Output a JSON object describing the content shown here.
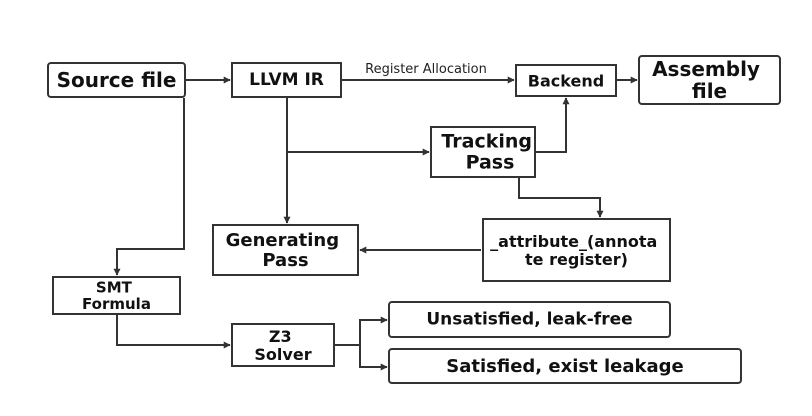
{
  "nodes": {
    "source_file": {
      "lines": [
        "Source file"
      ]
    },
    "llvm_ir": {
      "lines": [
        "LLVM IR"
      ]
    },
    "backend": {
      "lines": [
        "Backend"
      ]
    },
    "assembly_file": {
      "lines": [
        "Assembly",
        "file"
      ]
    },
    "tracking_pass": {
      "lines": [
        "Tracking",
        "Pass"
      ]
    },
    "generating_pass": {
      "lines": [
        "Generating",
        "Pass"
      ]
    },
    "attribute": {
      "lines": [
        "_attribute_(annota",
        "te register)"
      ]
    },
    "smt_formula": {
      "lines": [
        "SMT",
        "Formula"
      ]
    },
    "z3_solver": {
      "lines": [
        "Z3",
        "Solver"
      ]
    },
    "unsatisfied": {
      "lines": [
        "Unsatisfied, leak-free"
      ]
    },
    "satisfied": {
      "lines": [
        "Satisfied, exist leakage"
      ]
    }
  },
  "edges": {
    "register_allocation_label": "Register Allocation"
  }
}
